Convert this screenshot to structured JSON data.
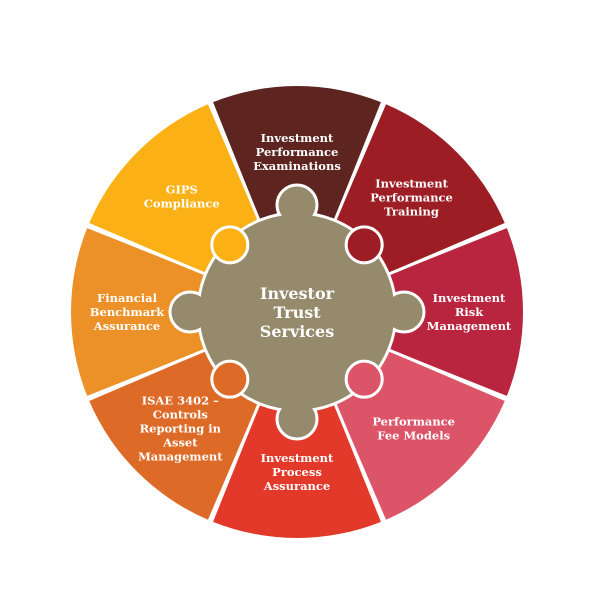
{
  "center": {
    "lines": [
      "Investor",
      "Trust",
      "Services"
    ],
    "color": "#958a6b"
  },
  "segments": [
    {
      "lines": [
        "Investment",
        "Performance",
        "Examinations"
      ],
      "color": "#5d2420"
    },
    {
      "lines": [
        "Investment",
        "Performance",
        "Training"
      ],
      "color": "#9c1e24"
    },
    {
      "lines": [
        "Investment",
        "Risk",
        "Management"
      ],
      "color": "#b9243e"
    },
    {
      "lines": [
        "Performance",
        "Fee Models"
      ],
      "color": "#db5468"
    },
    {
      "lines": [
        "Investment",
        "Process",
        "Assurance"
      ],
      "color": "#e2392a"
    },
    {
      "lines": [
        "ISAE 3402 –",
        "Controls",
        "Reporting in",
        "Asset",
        "Management"
      ],
      "color": "#dd6a27"
    },
    {
      "lines": [
        "Financial",
        "Benchmark",
        "Assurance"
      ],
      "color": "#eb9128"
    },
    {
      "lines": [
        "GIPS",
        "Compliance"
      ],
      "color": "#fbb116"
    }
  ]
}
